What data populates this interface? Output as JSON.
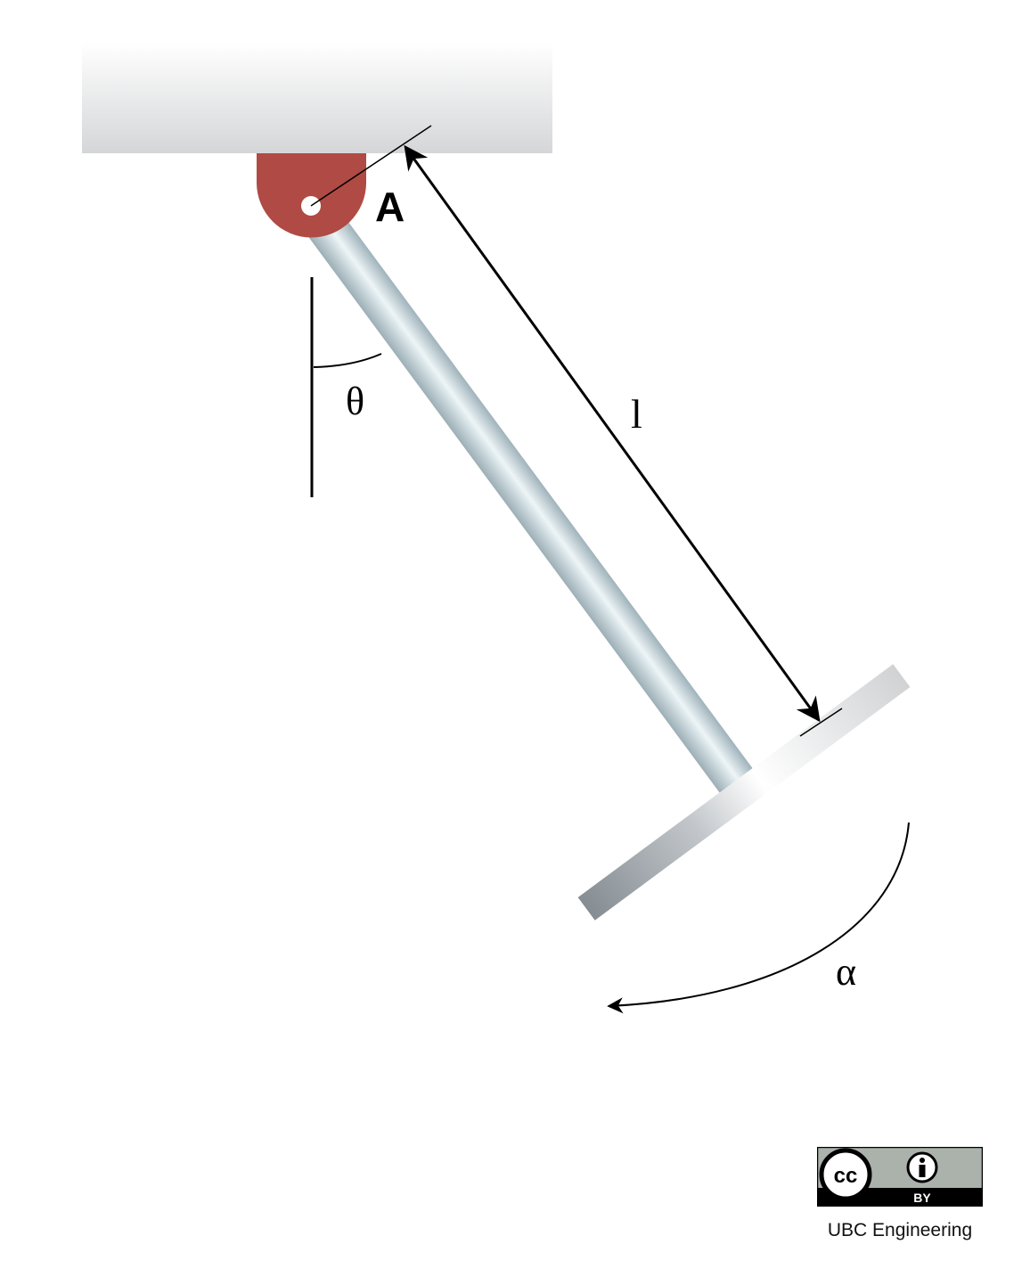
{
  "labels": {
    "point": "A",
    "angle_theta": "θ",
    "length": "l",
    "angular_accel": "α"
  },
  "license": {
    "badge_text": "BY",
    "credit": "UBC Engineering"
  },
  "colors": {
    "pin_support": "#b04a44",
    "ceiling_top": "#ffffff",
    "ceiling_bottom": "#d6d7d9",
    "rod": "#aebfc6",
    "rod_highlight": "#eef5f7",
    "plate": "#c9ccd0",
    "plate_dark": "#8c949a",
    "line": "#000000"
  }
}
